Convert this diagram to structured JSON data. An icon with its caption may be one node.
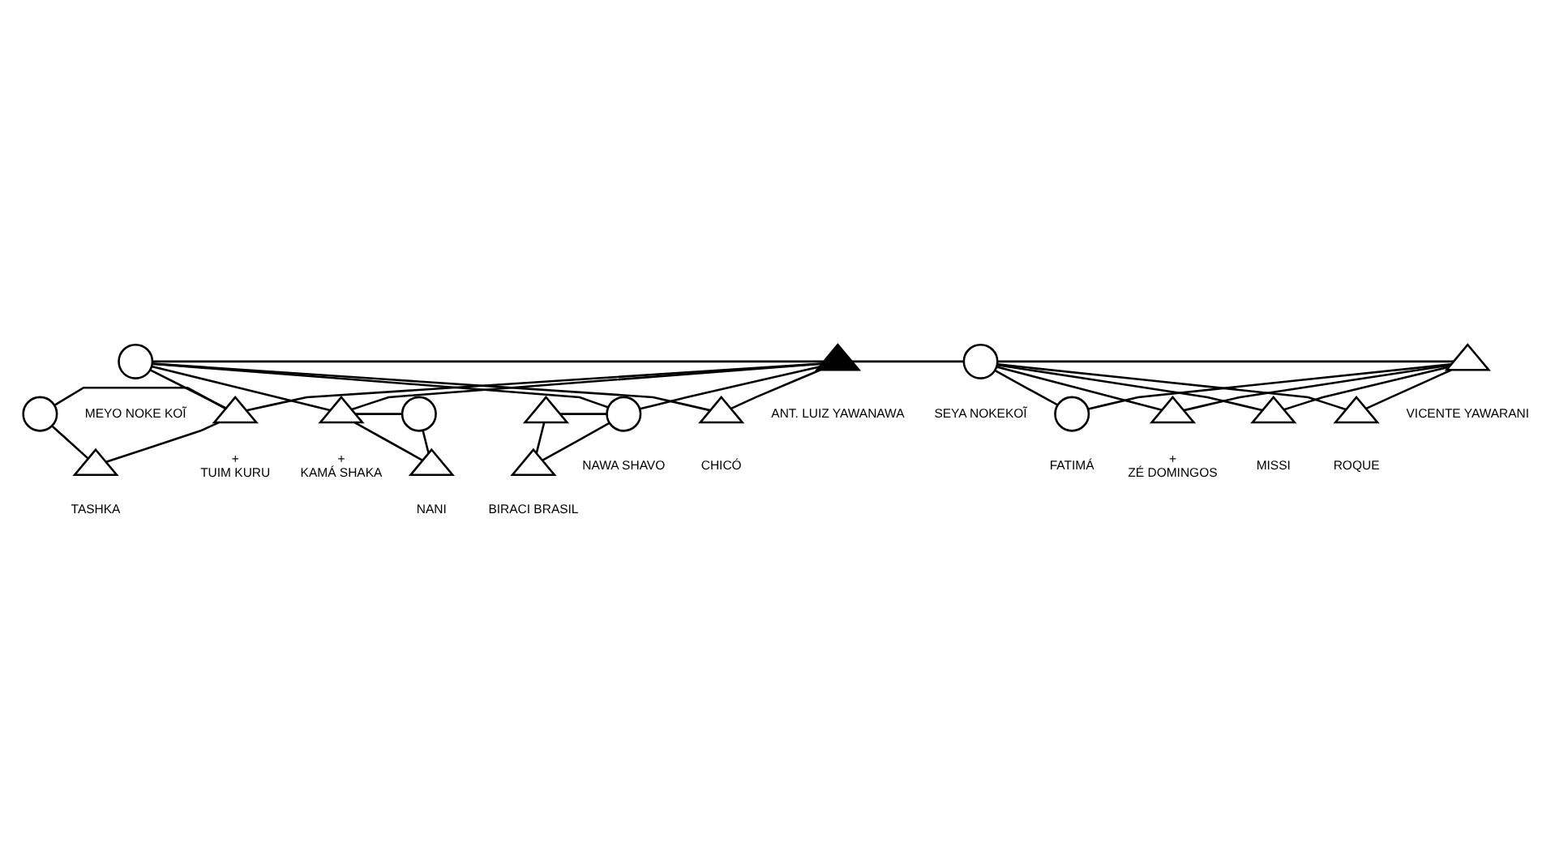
{
  "diagram": {
    "nodes": [
      {
        "text": [],
        "shape": "circle",
        "beside": [
          "MEYO NOKE KOĨ"
        ]
      },
      {
        "text": [],
        "shape": "triangle",
        "beside": [
          "ANT. LUIZ YAWANAWA"
        ]
      },
      {
        "text": [],
        "shape": "circle",
        "beside": [
          "SEYA NOKEKOĨ"
        ]
      },
      {
        "text": [],
        "shape": "triangle",
        "beside": [
          "VICENTE YAWARANI"
        ]
      },
      {
        "text": [],
        "shape": "circle"
      },
      {
        "text": [],
        "shape": "triangle",
        "beside": [
          "+",
          "TUIM KURU"
        ]
      },
      {
        "text": [],
        "shape": "triangle",
        "beside": [
          "+",
          "KAMÁ SHAKA"
        ]
      },
      {
        "text": [],
        "shape": "circle"
      },
      {
        "text": [],
        "shape": "triangle",
        "beside": [
          "CHICÓ"
        ]
      },
      {
        "text": [],
        "shape": "triangle"
      },
      {
        "text": [],
        "shape": "circle",
        "beside": [
          "NAWA SHAVO"
        ]
      },
      {
        "text": [],
        "shape": "triangle",
        "beside": [
          "ROQUE"
        ]
      },
      {
        "text": [],
        "shape": "circle",
        "beside": [
          "FATIMÁ"
        ]
      },
      {
        "text": [],
        "shape": "triangle",
        "beside": [
          "+",
          "ZÉ DOMINGOS"
        ]
      },
      {
        "text": [],
        "shape": "triangle",
        "beside": [
          "MISSI"
        ]
      },
      {
        "text": [],
        "shape": "triangle",
        "beside": [
          "TASHKA"
        ]
      },
      {
        "text": [],
        "shape": "triangle",
        "beside": [
          "NANI"
        ]
      },
      {
        "text": [],
        "shape": "triangle",
        "beside": [
          "BIRACI BRASIL"
        ]
      }
    ],
    "edges": [
      {
        "from": 0,
        "to": 1,
        "arrow": "none"
      },
      {
        "from": 1,
        "to": 2,
        "arrow": "none"
      },
      {
        "from": 2,
        "to": 3,
        "arrow": "none"
      },
      {
        "from": 0,
        "to": 5,
        "arrow": "none"
      },
      {
        "from": 1,
        "to": 5,
        "arrow": "none"
      },
      {
        "from": 0,
        "to": 6,
        "arrow": "none"
      },
      {
        "from": 1,
        "to": 6,
        "arrow": "none"
      },
      {
        "from": 0,
        "to": 8,
        "arrow": "none"
      },
      {
        "from": 1,
        "to": 8,
        "arrow": "none"
      },
      {
        "from": 0,
        "to": 10,
        "arrow": "none"
      },
      {
        "from": 1,
        "to": 10,
        "arrow": "none"
      },
      {
        "from": 2,
        "to": 11,
        "arrow": "none"
      },
      {
        "from": 3,
        "to": 11,
        "arrow": "none"
      },
      {
        "from": 2,
        "to": 12,
        "arrow": "none"
      },
      {
        "from": 3,
        "to": 12,
        "arrow": "none"
      },
      {
        "from": 2,
        "to": 13,
        "arrow": "none"
      },
      {
        "from": 3,
        "to": 13,
        "arrow": "none"
      },
      {
        "from": 2,
        "to": 14,
        "arrow": "none"
      },
      {
        "from": 3,
        "to": 14,
        "arrow": "none"
      },
      {
        "from": 4,
        "to": 5,
        "arrow": "none"
      },
      {
        "from": 6,
        "to": 7,
        "arrow": "none"
      },
      {
        "from": 9,
        "to": 10,
        "arrow": "none"
      },
      {
        "from": 4,
        "to": 15,
        "arrow": "none"
      },
      {
        "from": 5,
        "to": 15,
        "arrow": "none"
      },
      {
        "from": 6,
        "to": 16,
        "arrow": "none"
      },
      {
        "from": 7,
        "to": 16,
        "arrow": "none"
      },
      {
        "from": 9,
        "to": 17,
        "arrow": "none"
      },
      {
        "from": 10,
        "to": 17,
        "arrow": "none"
      }
    ]
  }
}
